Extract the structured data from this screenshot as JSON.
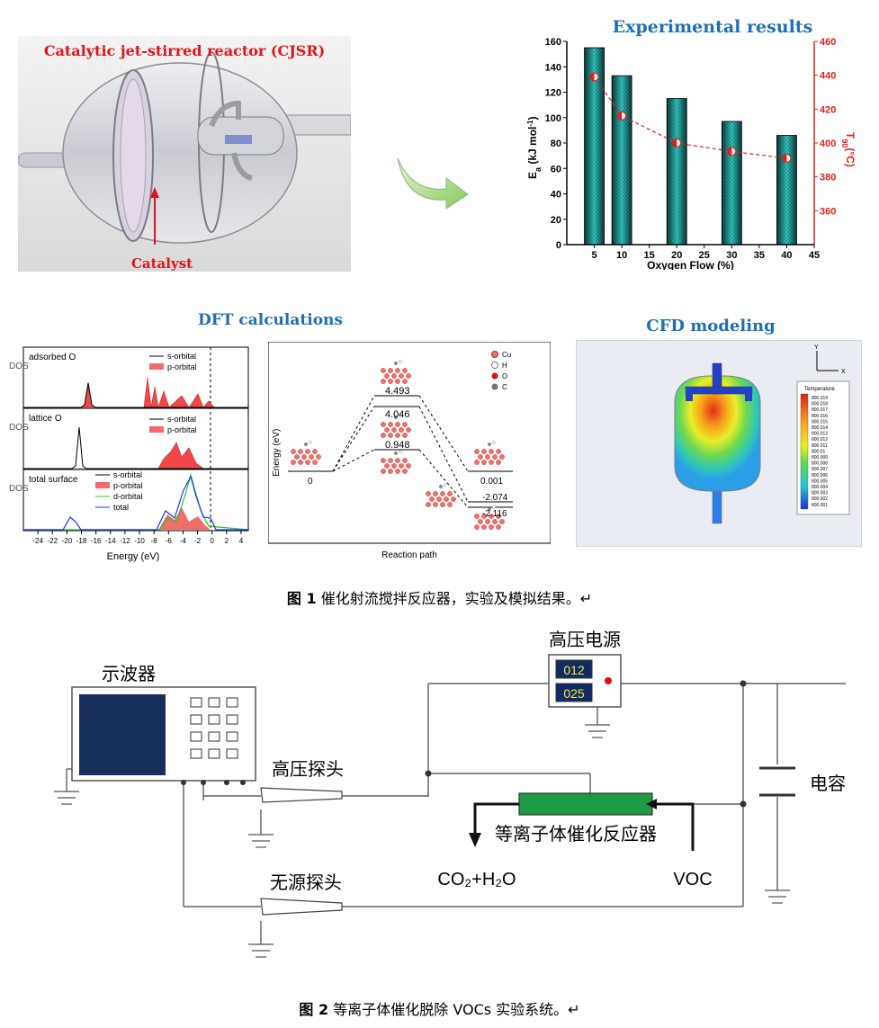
{
  "fig1": {
    "cjsr": {
      "title": "Catalytic jet-stirred reactor (CJSR)",
      "catalyst_label": "Catalyst"
    },
    "experimental": {
      "title": "Experimental results",
      "chart_data": {
        "type": "bar",
        "x_axis": {
          "label": "Oxygen Flow (%)",
          "range": [
            0,
            45
          ],
          "ticks": [
            5,
            10,
            15,
            20,
            25,
            30,
            35,
            40,
            45
          ]
        },
        "y_left": {
          "label": "E",
          "sub": "a",
          "unit": " (kJ mol",
          "sup": "-1",
          "close": ")",
          "range": [
            0,
            160
          ],
          "ticks": [
            0,
            20,
            40,
            60,
            80,
            100,
            120,
            140,
            160
          ]
        },
        "y_right": {
          "label": "T",
          "sub": "90",
          "unit": "(°C)",
          "range": [
            340,
            460
          ],
          "ticks": [
            360,
            380,
            400,
            420,
            440,
            460
          ]
        },
        "x": [
          5,
          10,
          20,
          30,
          40
        ],
        "series": [
          {
            "axis": "left",
            "values": [
              155,
              133,
              115,
              97,
              86
            ]
          },
          {
            "axis": "right",
            "values": [
              439,
              416,
              400,
              395,
              391
            ]
          }
        ],
        "colors": {
          "bar_dark": "#0b3b3b",
          "bar_light": "#31c9c2",
          "t90": "#e0201c"
        }
      }
    },
    "dft": {
      "title": "DFT calculations",
      "dos_panels": [
        {
          "label": "adsorbed O",
          "legend": [
            "s-orbital",
            "p-orbital"
          ]
        },
        {
          "label": "lattice O",
          "legend": [
            "s-orbital",
            "p-orbital"
          ]
        },
        {
          "label": "total surface",
          "legend": [
            "s-orbital",
            "p-orbital",
            "d-orbital",
            "total"
          ]
        }
      ],
      "dos_x": {
        "label": "Energy (eV)",
        "ticks": [
          -24,
          -22,
          -20,
          -18,
          -16,
          -14,
          -12,
          -10,
          -8,
          -6,
          -4,
          -2,
          0,
          2,
          4
        ]
      },
      "path": {
        "ylabel": "Energy (eV)",
        "xlabel": "Reaction path",
        "levels": [
          "0",
          "4.493",
          "4.046",
          "0.948",
          "0.001",
          "-2.074",
          "-2.116"
        ],
        "legend": [
          "Cu",
          "H",
          "O",
          "C"
        ]
      }
    },
    "cfd": {
      "title": "CFD modeling",
      "axes": [
        "Y",
        "X"
      ],
      "legend_title": "Temperature",
      "legend_values": [
        "800.019",
        "800.018",
        "800.017",
        "800.016",
        "800.015",
        "800.014",
        "800.013",
        "800.012",
        "800.011",
        "800.01",
        "800.009",
        "800.008",
        "800.007",
        "800.006",
        "800.005",
        "800.004",
        "800.003",
        "800.002",
        "800.001"
      ]
    },
    "caption": {
      "num": "图 1",
      "text": " 催化射流搅拌反应器，实验及模拟结果。↵"
    }
  },
  "fig2": {
    "hv_source": "高压电源",
    "display1": "012",
    "display2": "025",
    "oscilloscope": "示波器",
    "hv_probe": "高压探头",
    "passive_probe": "无源探头",
    "capacitor": "电容",
    "reactor": "等离子体催化反应器",
    "products": "CO₂+H₂O",
    "voc": "VOC",
    "caption": {
      "num": "图 2",
      "text": " 等离子体催化脱除 VOCs 实验系统。↵"
    }
  }
}
